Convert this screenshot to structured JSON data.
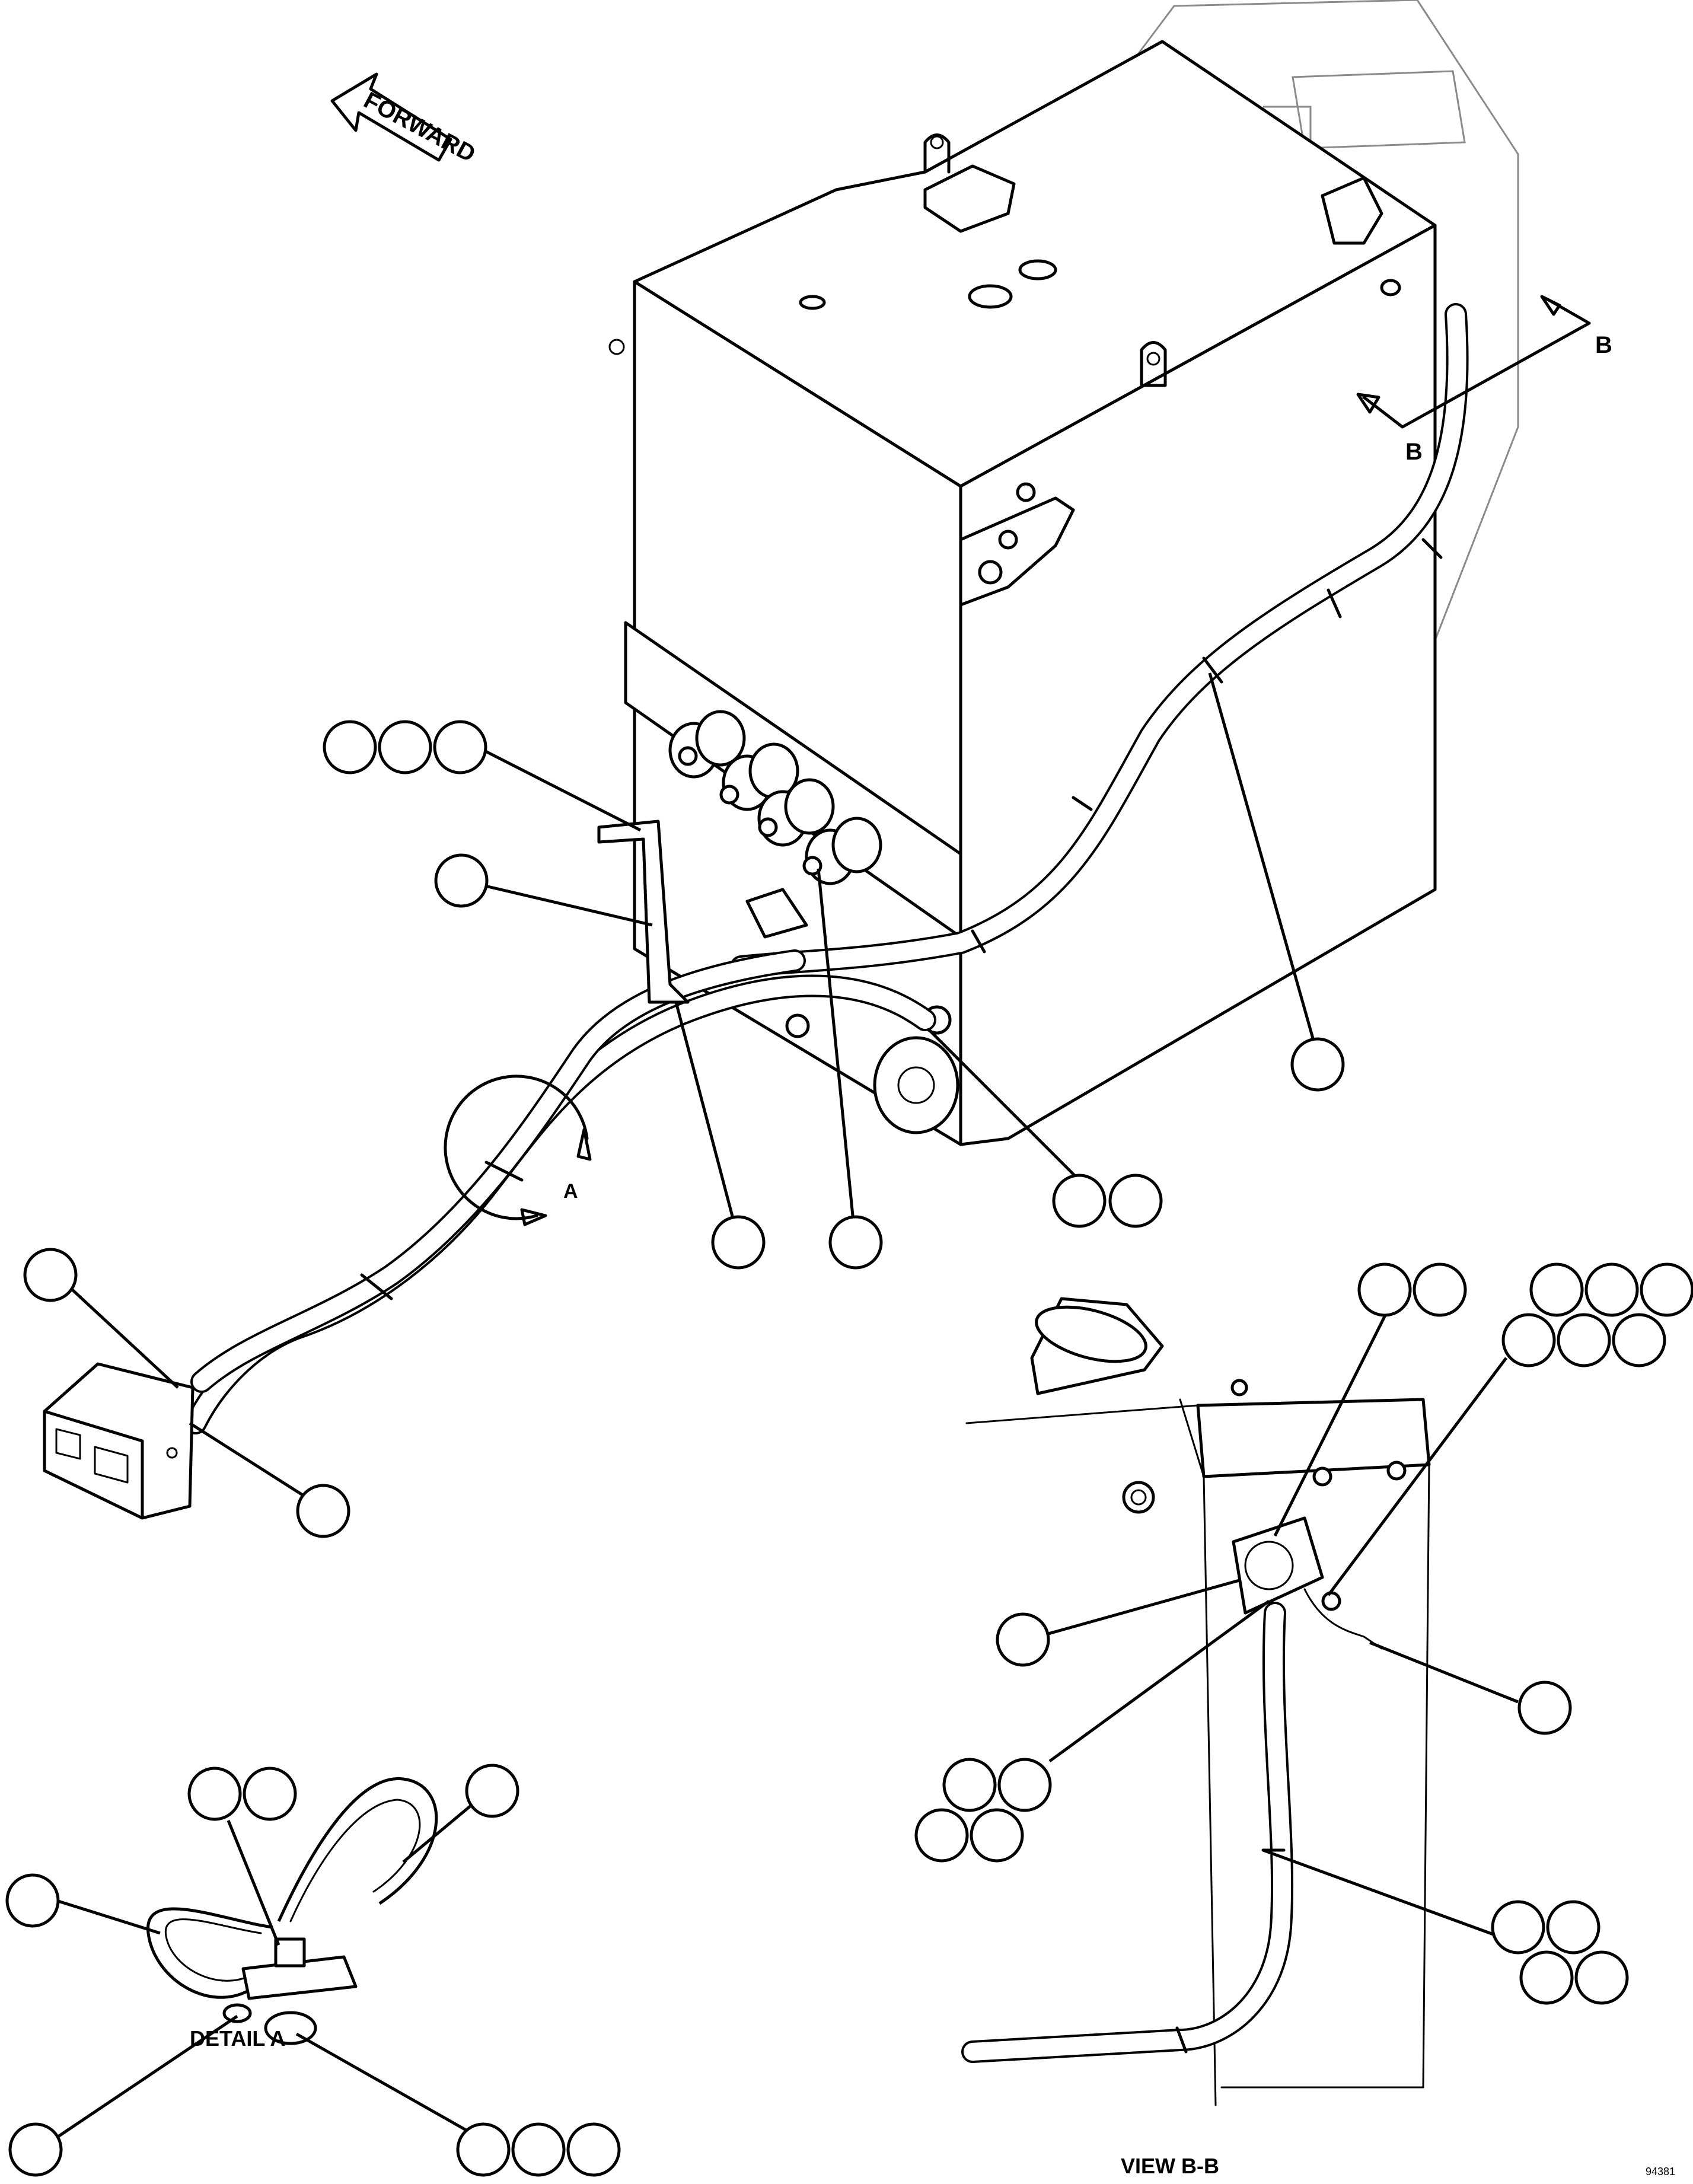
{
  "labels": {
    "forward": "FORWARD",
    "section_b_top": "B",
    "section_b_bottom": "B",
    "detail_a_callout": "A",
    "detail_a_title": "DETAIL A",
    "view_bb_title": "VIEW B-B",
    "drawing_number": "94381"
  }
}
